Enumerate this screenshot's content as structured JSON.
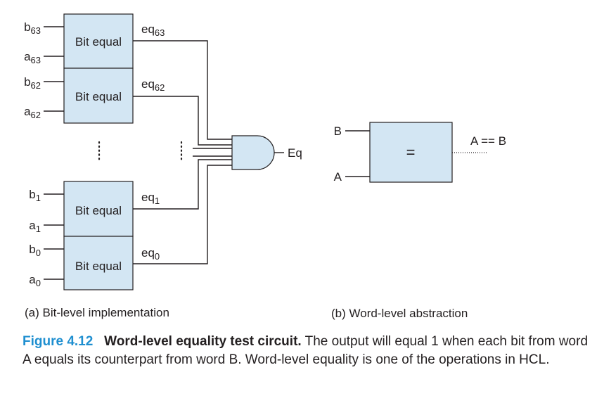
{
  "bit_level": {
    "block_label": "Bit equal",
    "blocks": [
      {
        "b_base": "b",
        "b_sub": "63",
        "a_base": "a",
        "a_sub": "63",
        "out_base": "eq",
        "out_sub": "63"
      },
      {
        "b_base": "b",
        "b_sub": "62",
        "a_base": "a",
        "a_sub": "62",
        "out_base": "eq",
        "out_sub": "62"
      },
      {
        "b_base": "b",
        "b_sub": "1",
        "a_base": "a",
        "a_sub": "1",
        "out_base": "eq",
        "out_sub": "1"
      },
      {
        "b_base": "b",
        "b_sub": "0",
        "a_base": "a",
        "a_sub": "0",
        "out_base": "eq",
        "out_sub": "0"
      }
    ],
    "output_label": "Eq",
    "caption": "(a) Bit-level implementation"
  },
  "word_level": {
    "input_b": "B",
    "input_a": "A",
    "block_symbol": "=",
    "output_label": "A == B",
    "caption": "(b) Word-level abstraction"
  },
  "figure": {
    "number": "Figure 4.12",
    "title": "Word-level equality test circuit.",
    "text": "The output will equal 1 when each bit from word A equals its counterpart from word B. Word-level equality is one of the operations in HCL."
  },
  "colors": {
    "block_fill": "#d3e6f3",
    "figure_number": "#1f8fd0",
    "ink": "#231f20"
  }
}
